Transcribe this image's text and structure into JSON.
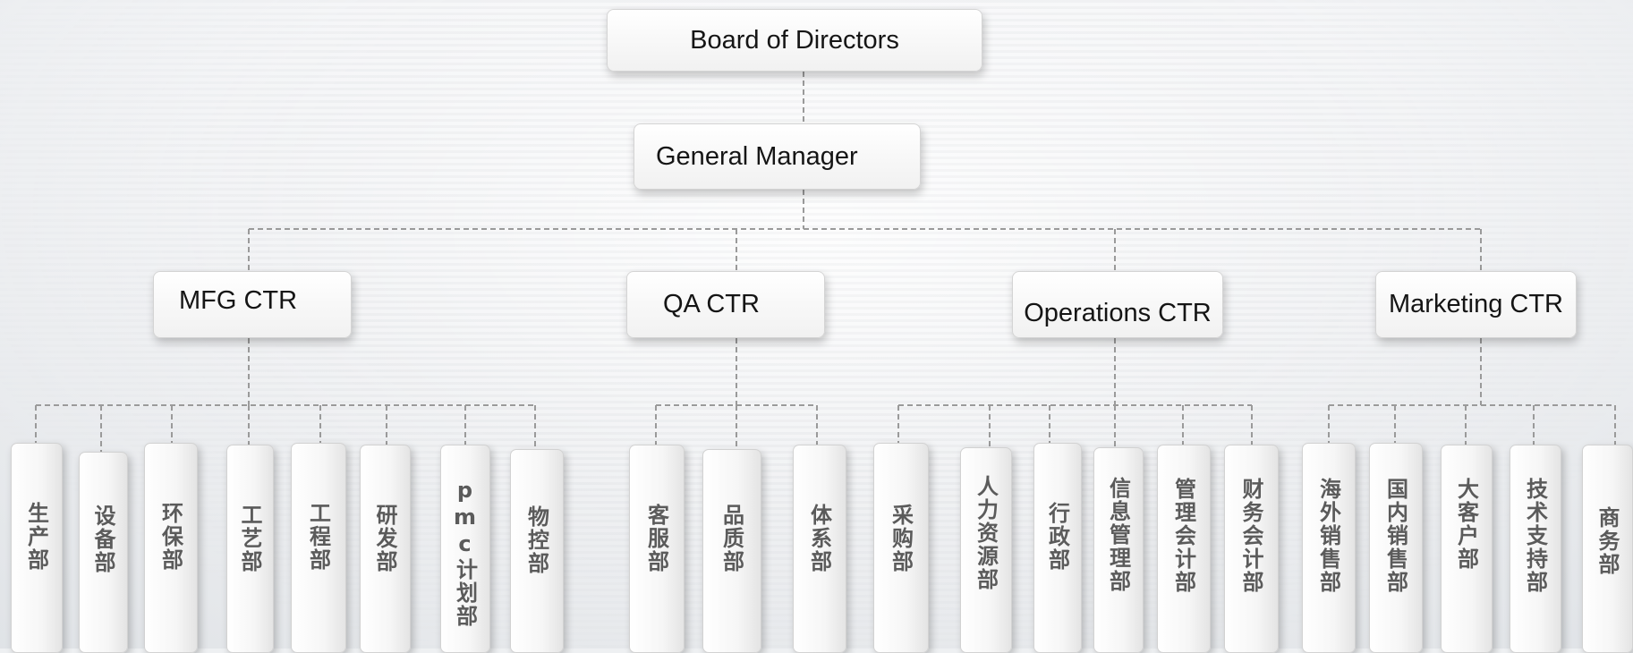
{
  "board": "Board of Directors",
  "manager": "General Manager",
  "centers": [
    {
      "name": "MFG CTR",
      "departments": [
        "生产部",
        "设备部",
        "环保部",
        "工艺部",
        "工程部",
        "研发部",
        "pmc计划部",
        "物控部"
      ]
    },
    {
      "name": "QA CTR",
      "departments": [
        "客服部",
        "品质部",
        "体系部"
      ]
    },
    {
      "name": "Operations CTR",
      "departments": [
        "采购部",
        "人力资源部",
        "行政部",
        "信息管理部",
        "管理会计部",
        "财务会计部"
      ]
    },
    {
      "name": "Marketing CTR",
      "departments": [
        "海外销售部",
        "国内销售部",
        "大客户部",
        "技术支持部",
        "商务部"
      ]
    }
  ]
}
